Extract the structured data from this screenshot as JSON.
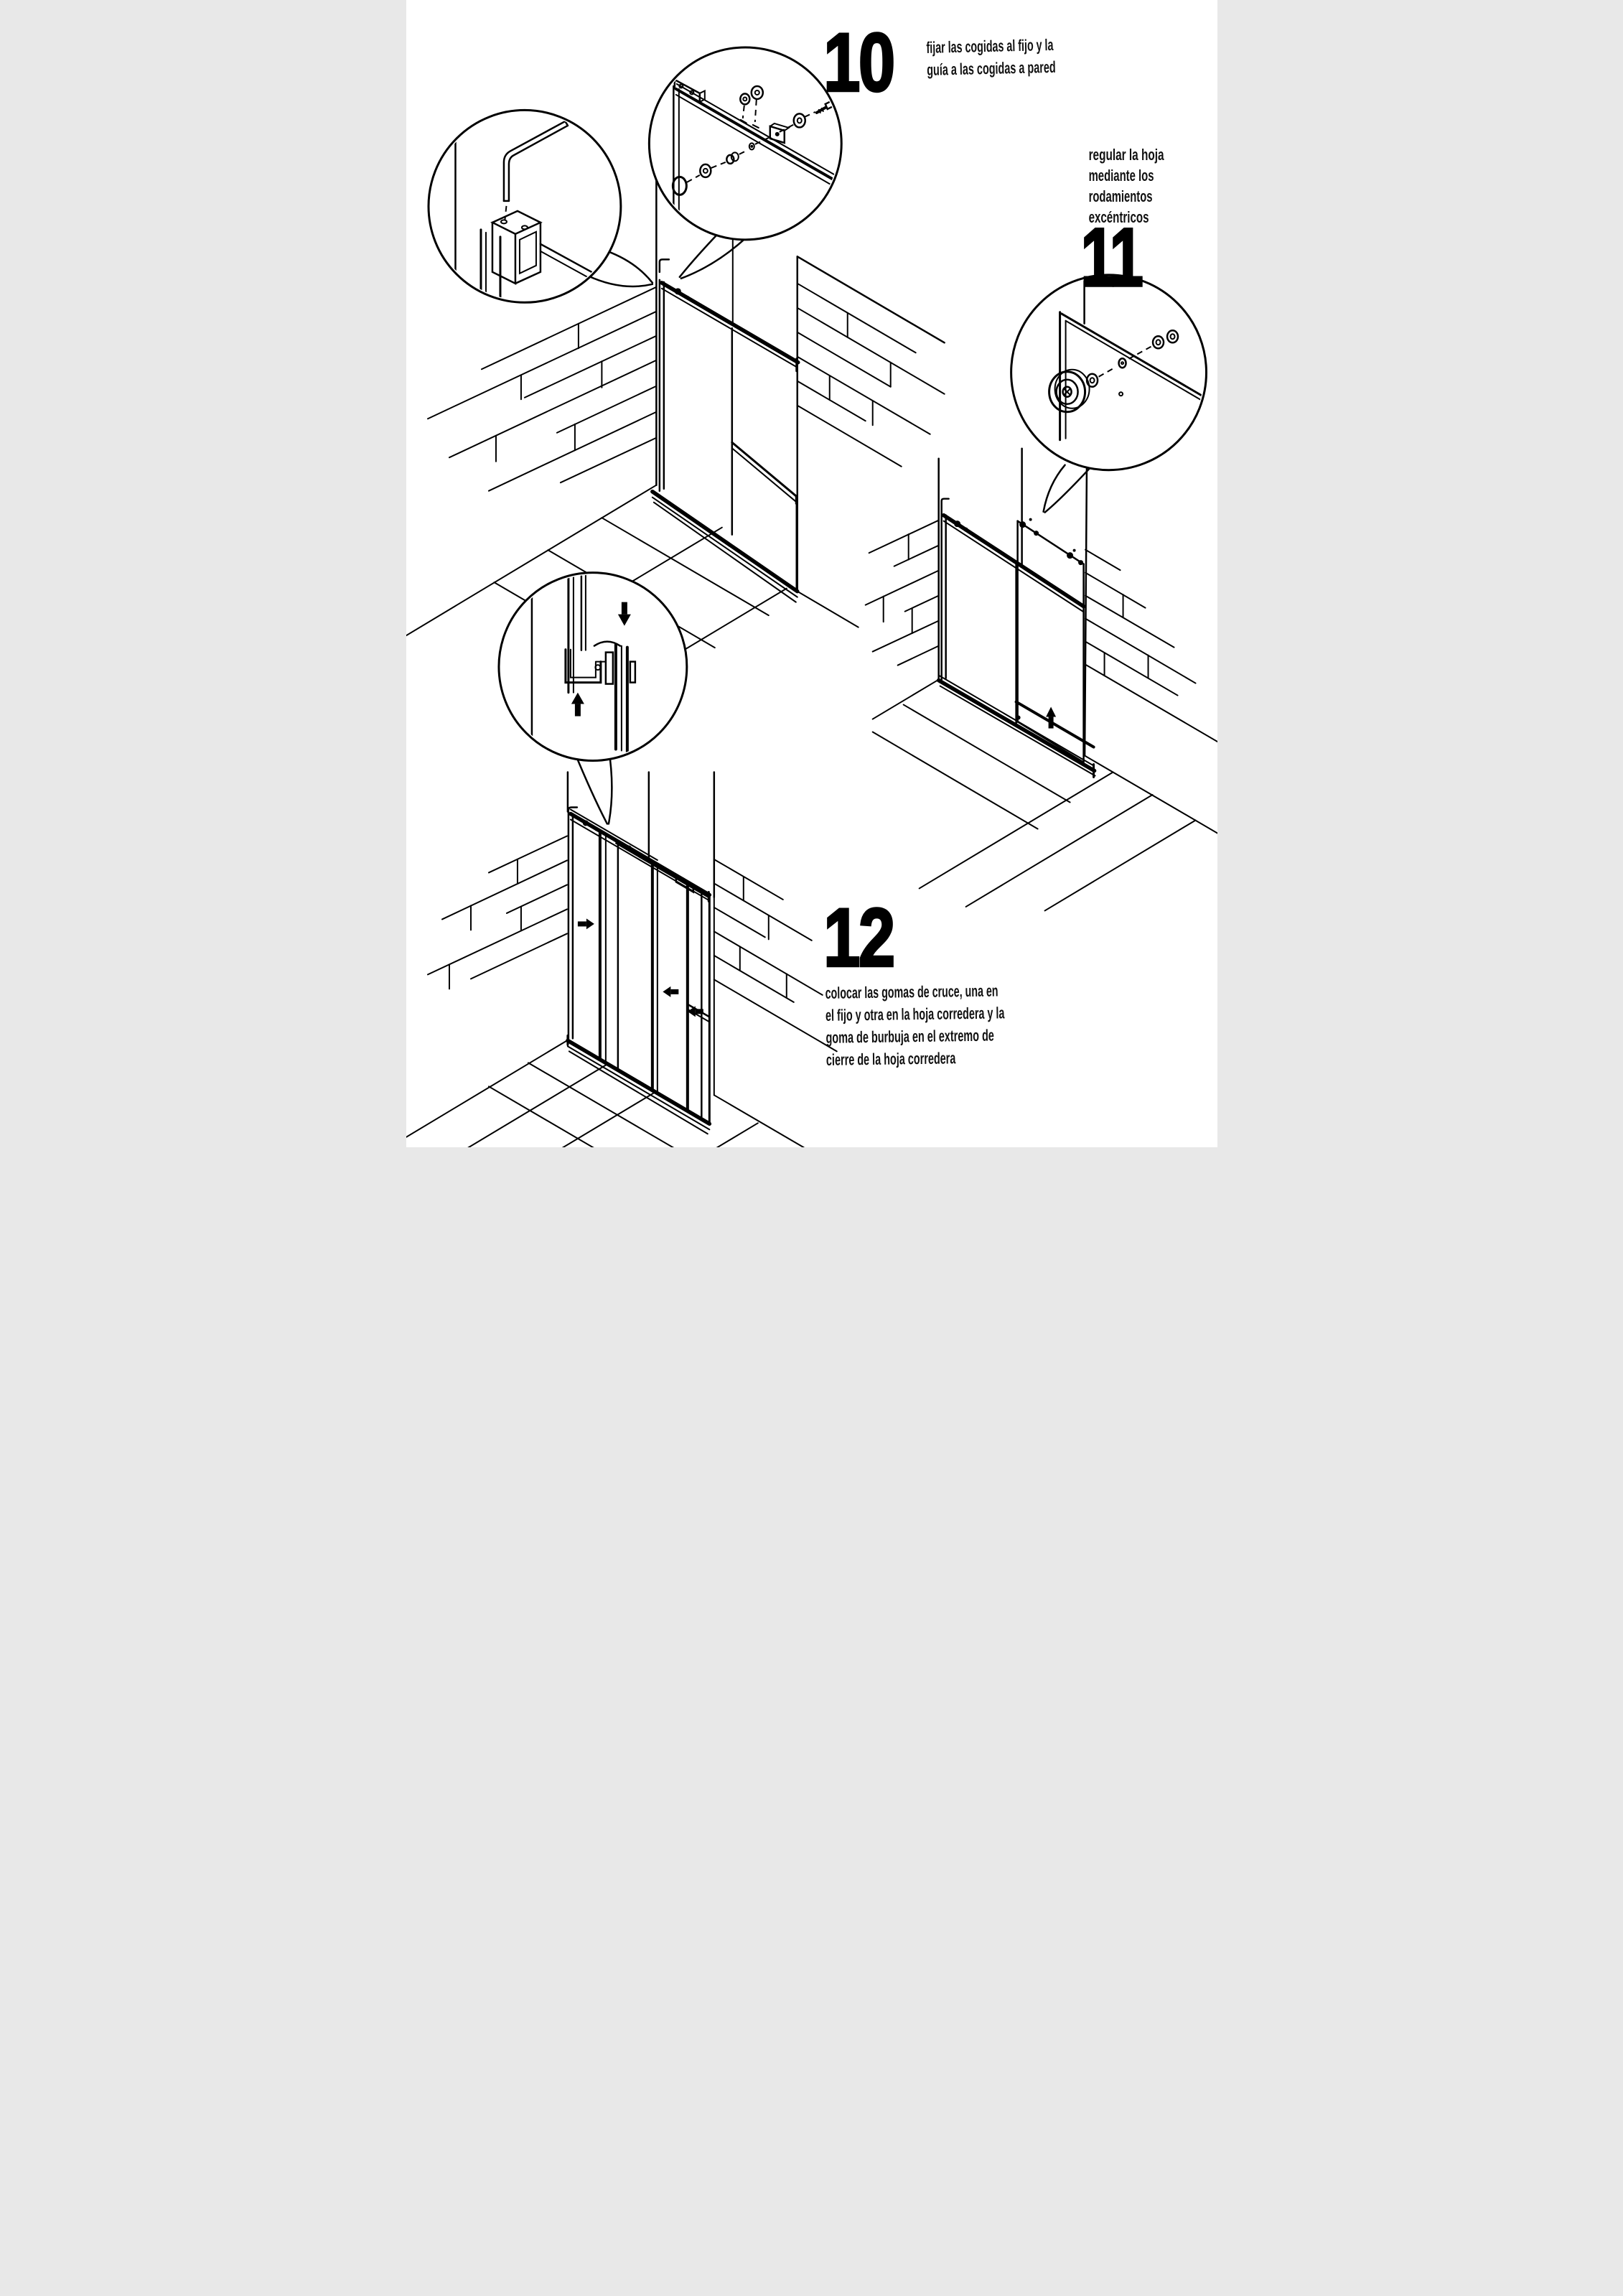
{
  "document": {
    "kind": "assembly-instruction-sheet",
    "language": "es",
    "ink_color": "#000000",
    "paper_color": "#ffffff"
  },
  "steps": [
    {
      "number": "10",
      "caption_lines": [
        "fijar las cogidas al fijo y la",
        "guía a las cogidas a pared"
      ]
    },
    {
      "number": "11",
      "caption_lines": [
        "regular la hoja",
        "mediante los",
        "rodamientos",
        "excéntricos"
      ]
    },
    {
      "number": "12",
      "caption_lines": [
        "colocar las gomas de cruce, una en",
        "el fijo y otra en la hoja corredera y la",
        "goma de burbuja en el extremo de",
        "cierre de la hoja corredera"
      ]
    }
  ]
}
